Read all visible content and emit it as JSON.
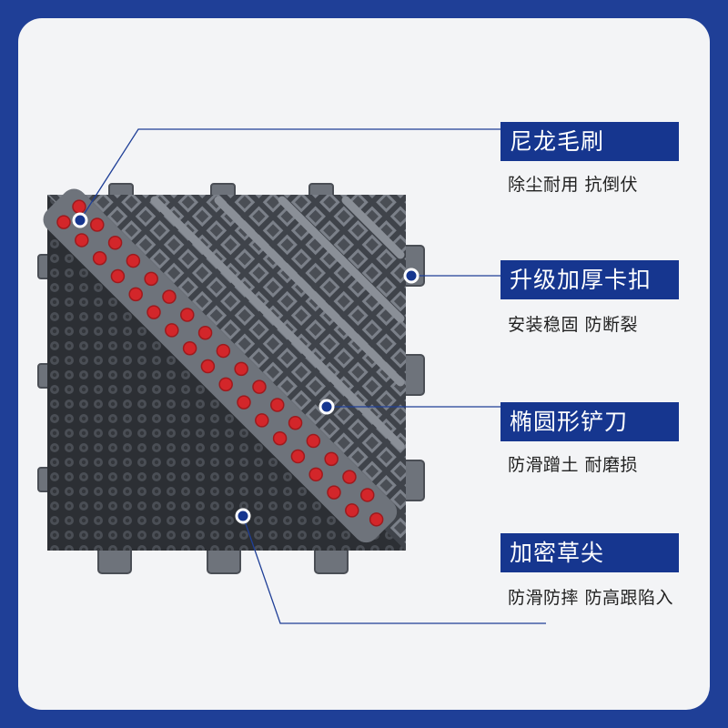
{
  "features": [
    {
      "title": "尼龙毛刷",
      "desc": "除尘耐用 抗倒伏"
    },
    {
      "title": "升级加厚卡扣",
      "desc": "安装稳固 防断裂"
    },
    {
      "title": "椭圆形铲刀",
      "desc": "防滑蹭土 耐磨损"
    },
    {
      "title": "加密草尖",
      "desc": "防滑防摔 防高跟陷入"
    }
  ],
  "colors": {
    "outer_border": "#1f3f97",
    "label_bg": "#16368f",
    "mat_gray": "#6e737b",
    "mat_dark": "#3a3d43",
    "bristle_red": "#d3262a"
  }
}
